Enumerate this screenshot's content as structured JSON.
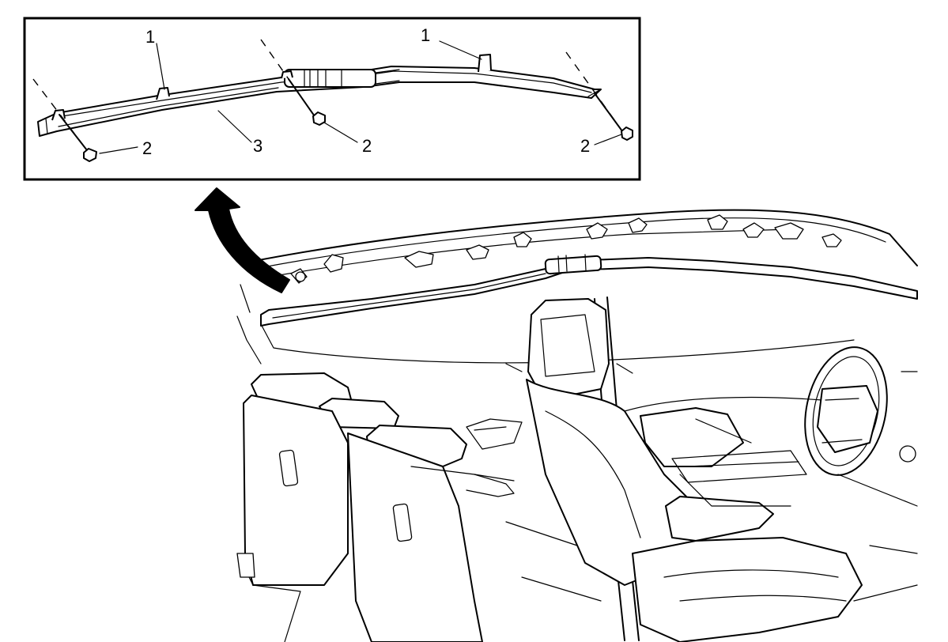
{
  "callouts": [
    {
      "label": "1"
    },
    {
      "label": "1"
    },
    {
      "label": "2"
    },
    {
      "label": "2"
    },
    {
      "label": "2"
    },
    {
      "label": "3"
    }
  ],
  "colors": {
    "line": "#000000",
    "background": "#ffffff",
    "shade": "#dcdcdc"
  },
  "icons": {
    "arrow": "curved-arrow-icon"
  }
}
